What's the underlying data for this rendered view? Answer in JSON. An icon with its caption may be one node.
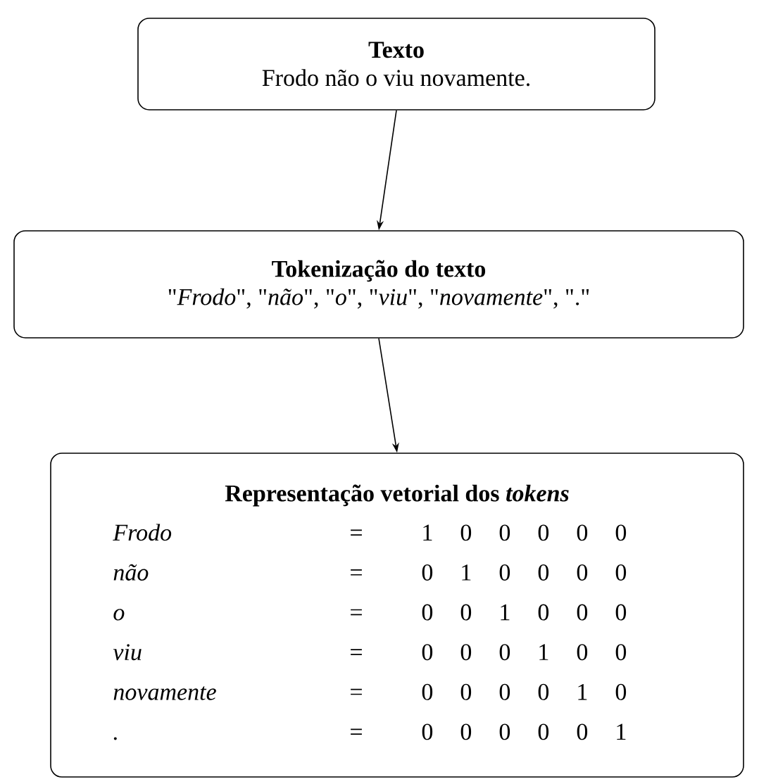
{
  "diagram": {
    "nodes": [
      {
        "text": [
          "Texto",
          "Frodo não o viu novamente."
        ]
      },
      {
        "text": [
          "Tokenização do texto",
          "\"*Frodo*\", \"*não*\", \"*o*\", \"*viu*\", \"*novamente*\", \".\""
        ]
      },
      {
        "text": [
          "Representação vetorial dos *tokens*",
          "Frodo",
          "=",
          "1 0 0 0 0 0",
          "não",
          "=",
          "0 1 0 0 0 0",
          "o",
          "=",
          "0 0 1 0 0 0",
          "viu",
          "=",
          "0 0 0 1 0 0",
          "novamente",
          "=",
          "0 0 0 0 1 0",
          ".",
          "=",
          "0 0 0 0 0 1"
        ]
      }
    ],
    "edges": [
      {
        "from": 0,
        "to": 1,
        "arrow": "to"
      },
      {
        "from": 1,
        "to": 2,
        "arrow": "to"
      }
    ]
  }
}
